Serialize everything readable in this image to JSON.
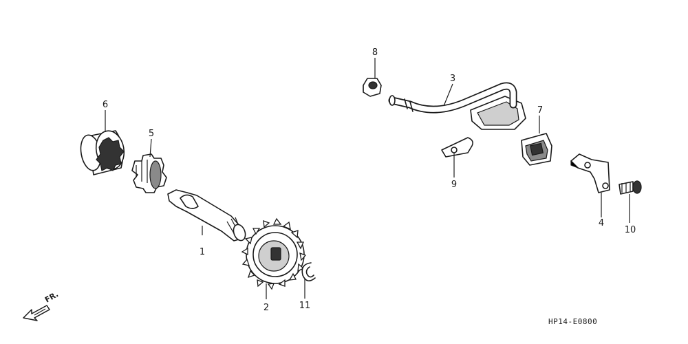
{
  "diagram_code": "HP14-E0800",
  "front_indicator": {
    "label": "FR.",
    "icon": "arrow-down-left-icon"
  },
  "callouts": [
    {
      "id": "1",
      "label": "1",
      "part": "shaft"
    },
    {
      "id": "2",
      "label": "2",
      "part": "sprocket"
    },
    {
      "id": "3",
      "label": "3",
      "part": "pipe"
    },
    {
      "id": "4",
      "label": "4",
      "part": "bracket"
    },
    {
      "id": "5",
      "label": "5",
      "part": "inner-rotor"
    },
    {
      "id": "6",
      "label": "6",
      "part": "outer-rotor"
    },
    {
      "id": "7",
      "label": "7",
      "part": "grommet"
    },
    {
      "id": "8",
      "label": "8",
      "part": "nut"
    },
    {
      "id": "9",
      "label": "9",
      "part": "clip"
    },
    {
      "id": "10",
      "label": "10",
      "part": "bolt"
    },
    {
      "id": "11",
      "label": "11",
      "part": "circlip"
    }
  ]
}
